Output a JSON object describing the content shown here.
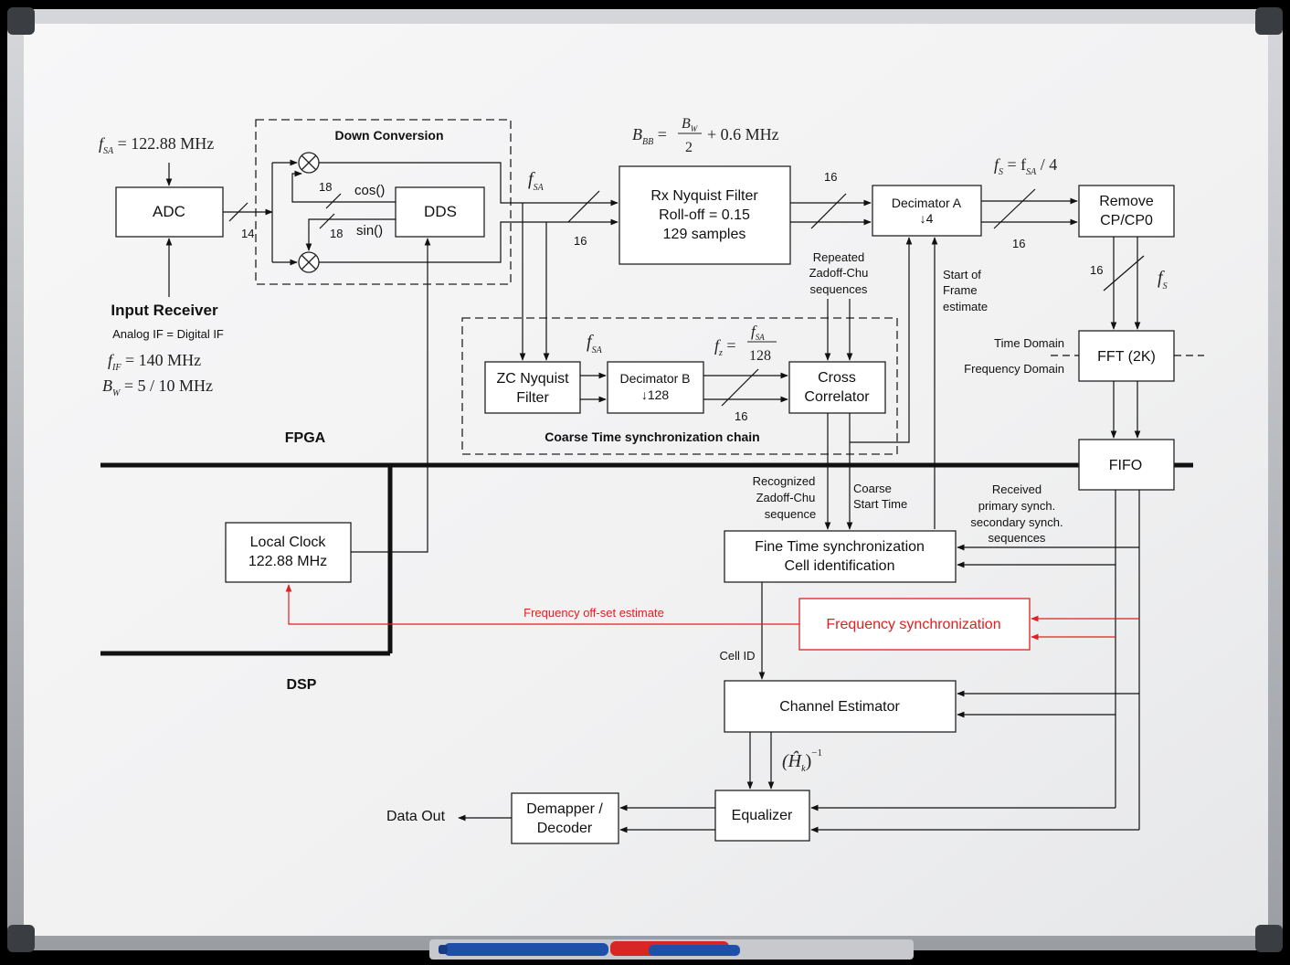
{
  "blocks": {
    "adc": "ADC",
    "dds": "DDS",
    "rx_filter": [
      "Rx Nyquist Filter",
      "Roll-off = 0.15",
      "129 samples"
    ],
    "decimator_a": [
      "Decimator A",
      "↓4"
    ],
    "remove_cp": [
      "Remove",
      "CP/CP0"
    ],
    "fft": "FFT (2K)",
    "fifo": "FIFO",
    "zc_filter": [
      "ZC Nyquist",
      "Filter"
    ],
    "decimator_b": [
      "Decimator B",
      "↓128"
    ],
    "cross_correlator": [
      "Cross",
      "Correlator"
    ],
    "local_clock": [
      "Local Clock",
      "122.88 MHz"
    ],
    "fine_time": [
      "Fine Time synchronization",
      "Cell identification"
    ],
    "freq_sync": "Frequency synchronization",
    "channel_estimator": "Channel Estimator",
    "equalizer": "Equalizer",
    "demapper": [
      "Demapper /",
      "Decoder"
    ]
  },
  "groups": {
    "down_conversion": "Down Conversion",
    "coarse_chain": "Coarse Time synchronization chain"
  },
  "labels": {
    "input_receiver": "Input Receiver",
    "analog_if": "Analog IF = Digital IF",
    "fpga": "FPGA",
    "dsp": "DSP",
    "cos": "cos()",
    "sin": "sin()",
    "repeated_zc": [
      "Repeated",
      "Zadoff-Chu",
      "sequences"
    ],
    "start_of_frame": [
      "Start of",
      "Frame",
      "estimate"
    ],
    "time_domain": "Time Domain",
    "frequency_domain": "Frequency Domain",
    "recognized_zc": [
      "Recognized",
      "Zadoff-Chu",
      "sequence"
    ],
    "coarse_start": [
      "Coarse",
      "Start Time"
    ],
    "received_synch": [
      "Received",
      "primary synch.",
      "secondary synch.",
      "sequences"
    ],
    "freq_offset": "Frequency off-set estimate",
    "cell_id": "Cell ID",
    "data_out": "Data Out"
  },
  "bus_widths": {
    "adc_out": "14",
    "dds_cos": "18",
    "dds_sin": "18",
    "to_rx_filter": "16",
    "rx_to_dec_a": "16",
    "dec_a_out": "16",
    "remove_cp_out": "16",
    "dec_b_out": "16"
  },
  "math": {
    "fsa_main": "f",
    "fsa_main_sub": "SA",
    "fsa_main_rest": " = 122.88 MHz",
    "bbb_lhs": "B",
    "bbb_lhs_sub": "BB",
    "bbb_num": "B",
    "bbb_num_sub": "W",
    "bbb_den": "2",
    "bbb_rest": "+ 0.6 MHz",
    "fs_eq": "f",
    "fs_eq_sub": "S",
    "fs_eq_mid": " = f",
    "fs_eq_mid_sub": "SA",
    "fs_eq_rest": " / 4",
    "fif": "f",
    "fif_sub": "IF",
    "fif_rest": " = 140 MHz",
    "bw": "B",
    "bw_sub": "W",
    "bw_rest": " = 5 / 10 MHz",
    "fz": "f",
    "fz_sub": "z",
    "fz_num": "f",
    "fz_num_sub": "SA",
    "fz_den": "128",
    "hk": "(Ĥ",
    "hk_sub": "k",
    "hk_close": ")",
    "hk_sup": "−1"
  },
  "colors": {
    "board_white": "#f4f4f5",
    "frame_silver": "#b9bcc0",
    "line": "#111111",
    "freq_red": "#e02020"
  },
  "icons": [
    "mixer-icon",
    "arrow-icon",
    "marker-pen-icon"
  ]
}
